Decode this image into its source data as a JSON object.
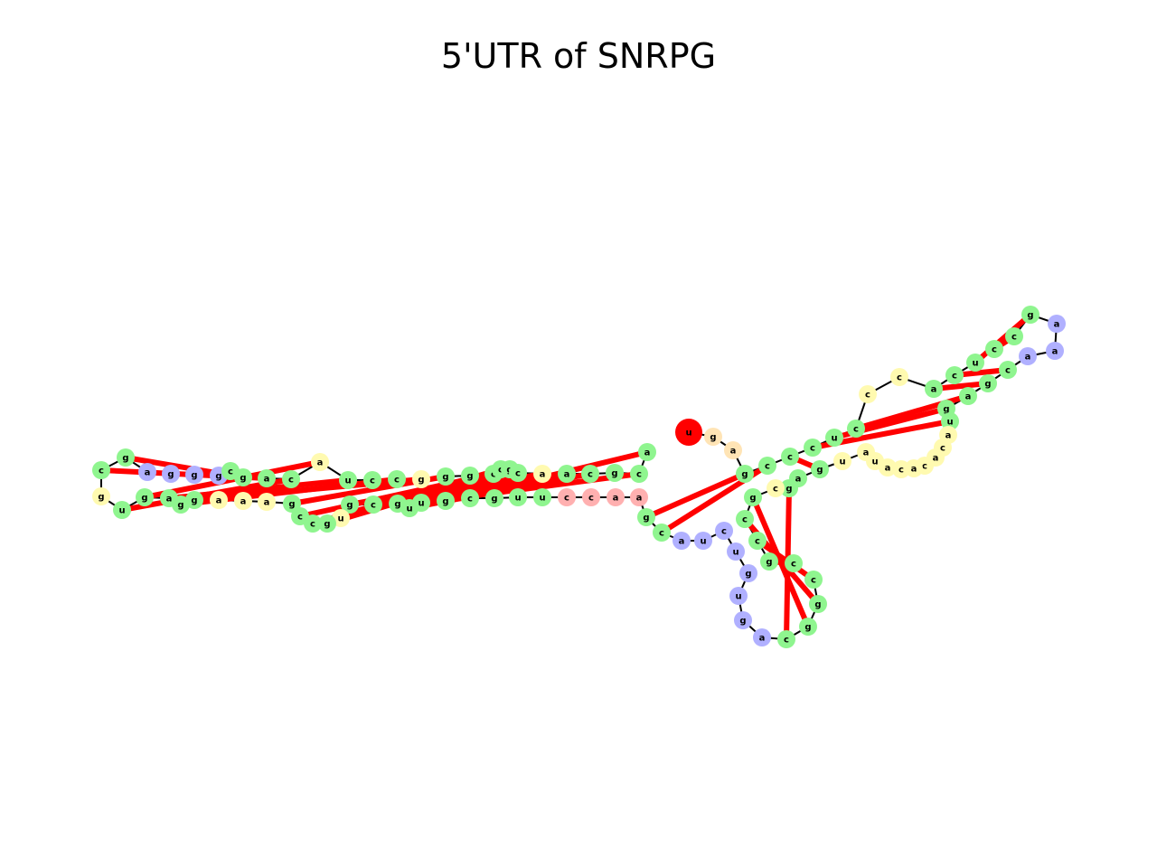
{
  "title": "5'UTR of SNRPG",
  "colors": {
    "stem": "#8ff58f",
    "interior_bulge": "#fffab0",
    "hairpin": "#b0b0ff",
    "five_prime_unpaired": "#ffe4b5",
    "three_prime_unpaired": "#ffb0b0",
    "start": "#ff0000",
    "end": "#008000",
    "backbone": "#000000",
    "base_pair": "#ff0000"
  },
  "nucleotides": [
    {
      "label": "u",
      "role": "start"
    },
    {
      "label": "g",
      "role": "five_prime_unpaired"
    },
    {
      "label": "a",
      "role": "five_prime_unpaired"
    },
    {
      "label": "g",
      "role": "stem"
    },
    {
      "label": "c",
      "role": "stem"
    },
    {
      "label": "c",
      "role": "stem"
    },
    {
      "label": "c",
      "role": "stem"
    },
    {
      "label": "u",
      "role": "stem"
    },
    {
      "label": "c",
      "role": "stem"
    },
    {
      "label": "c",
      "role": "interior_bulge"
    },
    {
      "label": "c",
      "role": "interior_bulge"
    },
    {
      "label": "a",
      "role": "stem"
    },
    {
      "label": "c",
      "role": "stem"
    },
    {
      "label": "u",
      "role": "stem"
    },
    {
      "label": "c",
      "role": "stem"
    },
    {
      "label": "c",
      "role": "stem"
    },
    {
      "label": "g",
      "role": "stem"
    },
    {
      "label": "a",
      "role": "hairpin"
    },
    {
      "label": "a",
      "role": "hairpin"
    },
    {
      "label": "a",
      "role": "hairpin"
    },
    {
      "label": "c",
      "role": "stem"
    },
    {
      "label": "g",
      "role": "stem"
    },
    {
      "label": "a",
      "role": "stem"
    },
    {
      "label": "g",
      "role": "stem"
    },
    {
      "label": "u",
      "role": "stem"
    },
    {
      "label": "a",
      "role": "interior_bulge"
    },
    {
      "label": "c",
      "role": "interior_bulge"
    },
    {
      "label": "a",
      "role": "interior_bulge"
    },
    {
      "label": "c",
      "role": "interior_bulge"
    },
    {
      "label": "a",
      "role": "interior_bulge"
    },
    {
      "label": "c",
      "role": "interior_bulge"
    },
    {
      "label": "a",
      "role": "interior_bulge"
    },
    {
      "label": "u",
      "role": "interior_bulge"
    },
    {
      "label": "a",
      "role": "interior_bulge"
    },
    {
      "label": "u",
      "role": "interior_bulge"
    },
    {
      "label": "g",
      "role": "stem"
    },
    {
      "label": "a",
      "role": "stem"
    },
    {
      "label": "g",
      "role": "stem"
    },
    {
      "label": "c",
      "role": "interior_bulge"
    },
    {
      "label": "g",
      "role": "stem"
    },
    {
      "label": "c",
      "role": "stem"
    },
    {
      "label": "c",
      "role": "stem"
    },
    {
      "label": "g",
      "role": "stem"
    },
    {
      "label": "c",
      "role": "stem"
    },
    {
      "label": "c",
      "role": "stem"
    },
    {
      "label": "g",
      "role": "stem"
    },
    {
      "label": "g",
      "role": "stem"
    },
    {
      "label": "c",
      "role": "stem"
    },
    {
      "label": "a",
      "role": "hairpin"
    },
    {
      "label": "g",
      "role": "hairpin"
    },
    {
      "label": "u",
      "role": "hairpin"
    },
    {
      "label": "g",
      "role": "hairpin"
    },
    {
      "label": "u",
      "role": "hairpin"
    },
    {
      "label": "c",
      "role": "hairpin"
    },
    {
      "label": "u",
      "role": "hairpin"
    },
    {
      "label": "a",
      "role": "hairpin"
    },
    {
      "label": "c",
      "role": "stem"
    },
    {
      "label": "g",
      "role": "stem"
    },
    {
      "label": "a",
      "role": "three_prime_unpaired"
    },
    {
      "label": "a",
      "role": "three_prime_unpaired"
    },
    {
      "label": "c",
      "role": "three_prime_unpaired"
    },
    {
      "label": "c",
      "role": "three_prime_unpaired"
    },
    {
      "label": "u",
      "role": "stem"
    },
    {
      "label": "u",
      "role": "stem"
    },
    {
      "label": "g",
      "role": "stem"
    },
    {
      "label": "c",
      "role": "stem"
    },
    {
      "label": "g",
      "role": "stem"
    },
    {
      "label": "u",
      "role": "stem"
    },
    {
      "label": "u",
      "role": "stem"
    },
    {
      "label": "g",
      "role": "stem"
    },
    {
      "label": "c",
      "role": "stem"
    },
    {
      "label": "g",
      "role": "stem"
    },
    {
      "label": "u",
      "role": "interior_bulge"
    },
    {
      "label": "g",
      "role": "stem"
    },
    {
      "label": "c",
      "role": "stem"
    },
    {
      "label": "c",
      "role": "stem"
    },
    {
      "label": "g",
      "role": "stem"
    },
    {
      "label": "a",
      "role": "interior_bulge"
    },
    {
      "label": "a",
      "role": "interior_bulge"
    },
    {
      "label": "a",
      "role": "interior_bulge"
    },
    {
      "label": "g",
      "role": "stem"
    },
    {
      "label": "g",
      "role": "stem"
    },
    {
      "label": "a",
      "role": "stem"
    },
    {
      "label": "g",
      "role": "stem"
    },
    {
      "label": "u",
      "role": "stem"
    },
    {
      "label": "g",
      "role": "interior_bulge"
    },
    {
      "label": "c",
      "role": "stem"
    },
    {
      "label": "g",
      "role": "stem"
    },
    {
      "label": "a",
      "role": "hairpin"
    },
    {
      "label": "g",
      "role": "hairpin"
    },
    {
      "label": "g",
      "role": "hairpin"
    },
    {
      "label": "g",
      "role": "hairpin"
    },
    {
      "label": "c",
      "role": "stem"
    },
    {
      "label": "g",
      "role": "stem"
    },
    {
      "label": "a",
      "role": "stem"
    },
    {
      "label": "c",
      "role": "stem"
    },
    {
      "label": "a",
      "role": "interior_bulge"
    },
    {
      "label": "u",
      "role": "stem"
    },
    {
      "label": "c",
      "role": "stem"
    },
    {
      "label": "c",
      "role": "stem"
    },
    {
      "label": "g",
      "role": "interior_bulge"
    },
    {
      "label": "g",
      "role": "stem"
    },
    {
      "label": "g",
      "role": "stem"
    },
    {
      "label": "c",
      "role": "stem"
    },
    {
      "label": "c",
      "role": "stem"
    },
    {
      "label": "g",
      "role": "stem"
    },
    {
      "label": "c",
      "role": "stem"
    },
    {
      "label": "a",
      "role": "interior_bulge"
    },
    {
      "label": "a",
      "role": "stem"
    },
    {
      "label": "c",
      "role": "stem"
    },
    {
      "label": "g",
      "role": "stem"
    },
    {
      "label": "c",
      "role": "stem"
    },
    {
      "label": "a",
      "role": "stem"
    },
    {
      "label": "g",
      "role": "stem"
    },
    {
      "label": "a",
      "role": "end"
    }
  ],
  "base_pairs": [
    [
      3,
      57
    ],
    [
      4,
      56
    ],
    [
      5,
      35
    ],
    [
      6,
      24
    ],
    [
      7,
      23
    ],
    [
      8,
      22
    ],
    [
      11,
      21
    ],
    [
      12,
      20
    ],
    [
      13,
      16
    ],
    [
      14,
      15
    ],
    [
      37,
      47
    ],
    [
      39,
      46
    ],
    [
      40,
      45
    ],
    [
      41,
      44
    ],
    [
      42,
      43
    ],
    [
      62,
      116
    ],
    [
      63,
      115
    ],
    [
      64,
      114
    ],
    [
      65,
      113
    ],
    [
      66,
      112
    ],
    [
      67,
      111
    ],
    [
      68,
      109
    ],
    [
      69,
      108
    ],
    [
      70,
      107
    ],
    [
      71,
      106
    ],
    [
      73,
      105
    ],
    [
      74,
      104
    ],
    [
      75,
      103
    ],
    [
      76,
      101
    ],
    [
      80,
      100
    ],
    [
      81,
      99
    ],
    [
      82,
      97
    ],
    [
      83,
      96
    ],
    [
      84,
      95
    ],
    [
      86,
      94
    ],
    [
      87,
      93
    ]
  ]
}
